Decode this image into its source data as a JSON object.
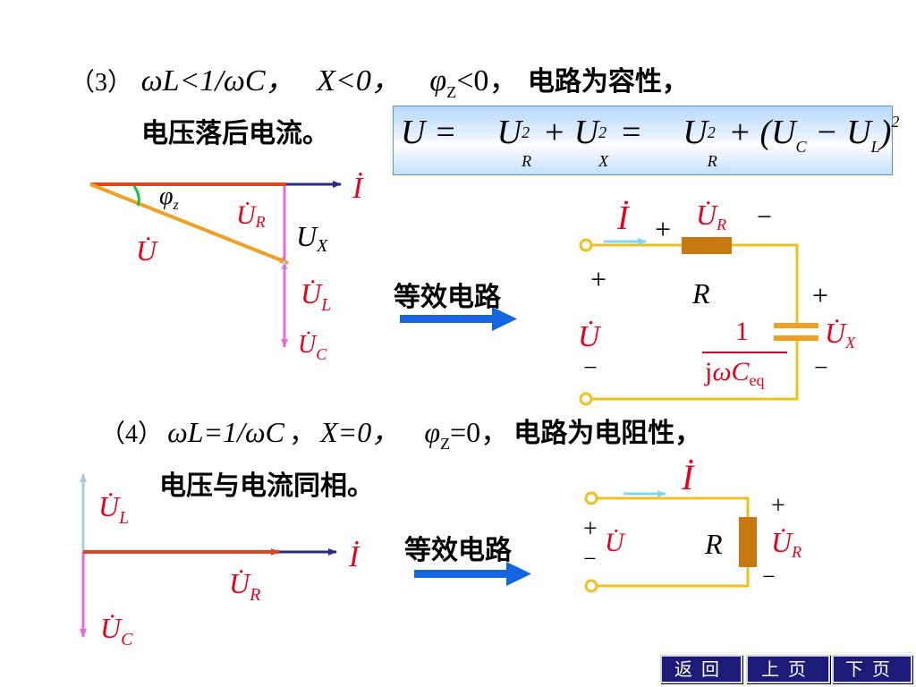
{
  "case3": {
    "paren": "（3）",
    "cond1": "ωL<1/ωC，",
    "cond2": "X<0，",
    "phi": "φ",
    "phi_sub": "Z",
    "cond3_tail": "<0，",
    "desc": "电路为容性，",
    "line2": "电压落后电流。"
  },
  "formula": {
    "U": "U",
    "eq": "=",
    "UR": "U",
    "R": "R",
    "UX": "U",
    "X": "X",
    "UC": "U",
    "C": "C",
    "UL": "U",
    "L": "L",
    "sq": "2",
    "plus": "+",
    "minus": "−"
  },
  "phasor3": {
    "I": "İ",
    "phi": "φ",
    "phi_sub": "z",
    "UR": "U̇",
    "UR_sub": "R",
    "UX": "U",
    "UX_sub": "X",
    "U": "U̇",
    "UL": "U̇",
    "UL_sub": "L",
    "UC": "U̇",
    "UC_sub": "C"
  },
  "equiv_label": "等效电路",
  "circuit3": {
    "I": "İ",
    "plus_top": "+",
    "UR": "U̇",
    "UR_sub": "R",
    "minus_top": "−",
    "plus_left": "+",
    "R": "R",
    "plus_right": "+",
    "U": "U̇",
    "minus_left": "−",
    "frac_num": "1",
    "frac_den_j": "j",
    "frac_den_w": "ωC",
    "frac_den_sub": "eq",
    "UX": "U̇",
    "UX_sub": "X",
    "minus_right": "−"
  },
  "case4": {
    "paren": "（4）",
    "cond1": "ωL=1/ωC",
    "sep1": "，",
    "cond2": "X=0，",
    "phi": "φ",
    "phi_sub": "Z",
    "cond3_tail": "=0，",
    "desc": "电路为电阻性，",
    "line2": "电压与电流同相。"
  },
  "phasor4": {
    "UL": "U̇",
    "UL_sub": "L",
    "UR": "U̇",
    "UR_sub": "R",
    "I": "İ",
    "UC": "U̇",
    "UC_sub": "C"
  },
  "circuit4": {
    "I": "İ",
    "plus_left": "+",
    "U": "U̇",
    "minus_left": "−",
    "R": "R",
    "plus_right": "+",
    "UR": "U̇",
    "UR_sub": "R",
    "minus_right": "−"
  },
  "nav": {
    "back": "返回",
    "prev": "上页",
    "next": "下页"
  },
  "colors": {
    "red": "#e8001c",
    "phasor_red": "#e8401c",
    "current_blue": "#2a2a8a",
    "orange": "#f0a020",
    "magenta": "#ee66dd",
    "light_blue": "#a8ccdd",
    "wire": "#f0c020",
    "resistor": "#c87810",
    "arrow_blue": "#1565e0",
    "nav_bg": "#1c1c78"
  }
}
